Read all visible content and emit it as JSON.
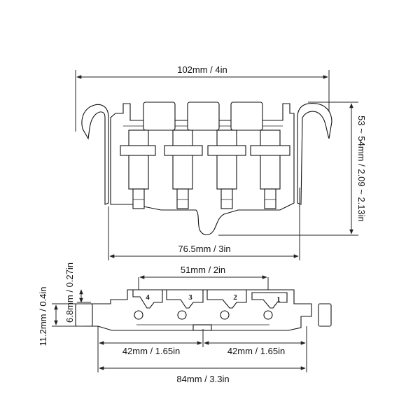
{
  "dimensions": {
    "overall_width": "102mm / 4in",
    "height_range": "53 ~ 54mm / 2.09 ~ 2.13in",
    "base_width": "76.5mm / 3in",
    "string_spacing": "51mm / 2in",
    "saddle_height": "6.8mm / 0.27in",
    "total_height": "11.2mm / 0.4in",
    "half_span_left": "42mm / 1.65in",
    "half_span_right": "42mm / 1.65in",
    "mount_span": "84mm / 3.3in"
  },
  "saddle_numbers": [
    "4",
    "3",
    "2",
    "1"
  ]
}
